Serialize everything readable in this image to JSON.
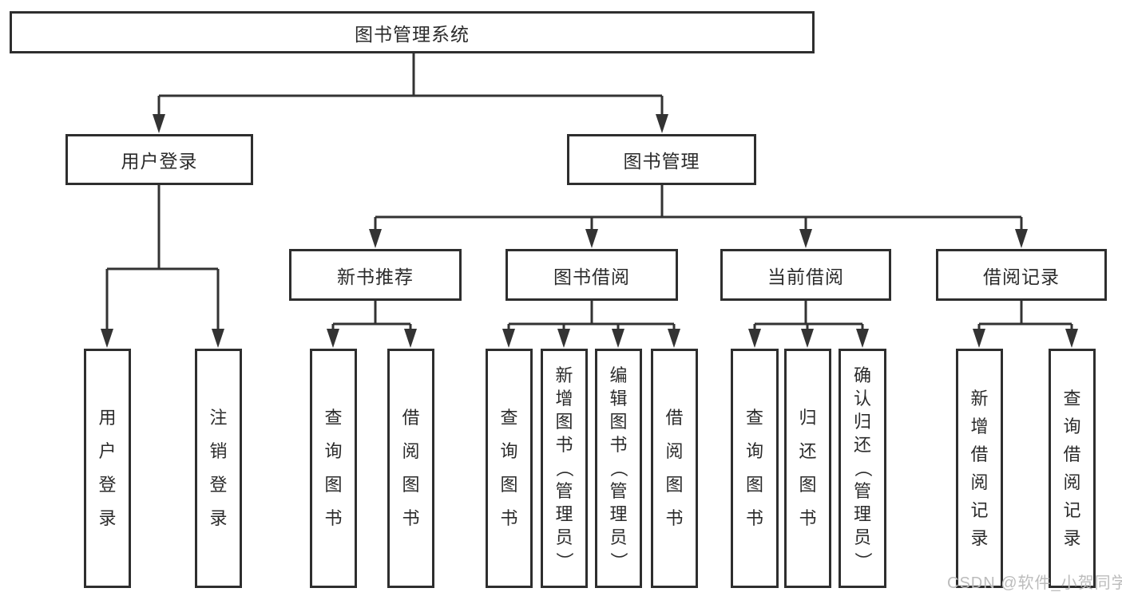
{
  "tree": {
    "root": "图书管理系统",
    "branches": [
      {
        "label": "用户登录",
        "children": [
          "用户登录",
          "注销登录"
        ]
      },
      {
        "label": "图书管理",
        "groups": [
          {
            "label": "新书推荐",
            "children": [
              "查询图书",
              "借阅图书"
            ]
          },
          {
            "label": "图书借阅",
            "children": [
              "查询图书",
              "新增图书（管理员）",
              "编辑图书（管理员）",
              "借阅图书"
            ]
          },
          {
            "label": "当前借阅",
            "children": [
              "查询图书",
              "归还图书",
              "确认归还（管理员）"
            ]
          },
          {
            "label": "借阅记录",
            "children": [
              "新增借阅记录",
              "查询借阅记录"
            ]
          }
        ]
      }
    ]
  },
  "watermark": {
    "text": "CSDN @软件_小贺同学"
  },
  "colors": {
    "line": "#333333",
    "border": "#2e2e2e",
    "text": "#2b2b2b",
    "watermark": "#bcbcbc"
  }
}
